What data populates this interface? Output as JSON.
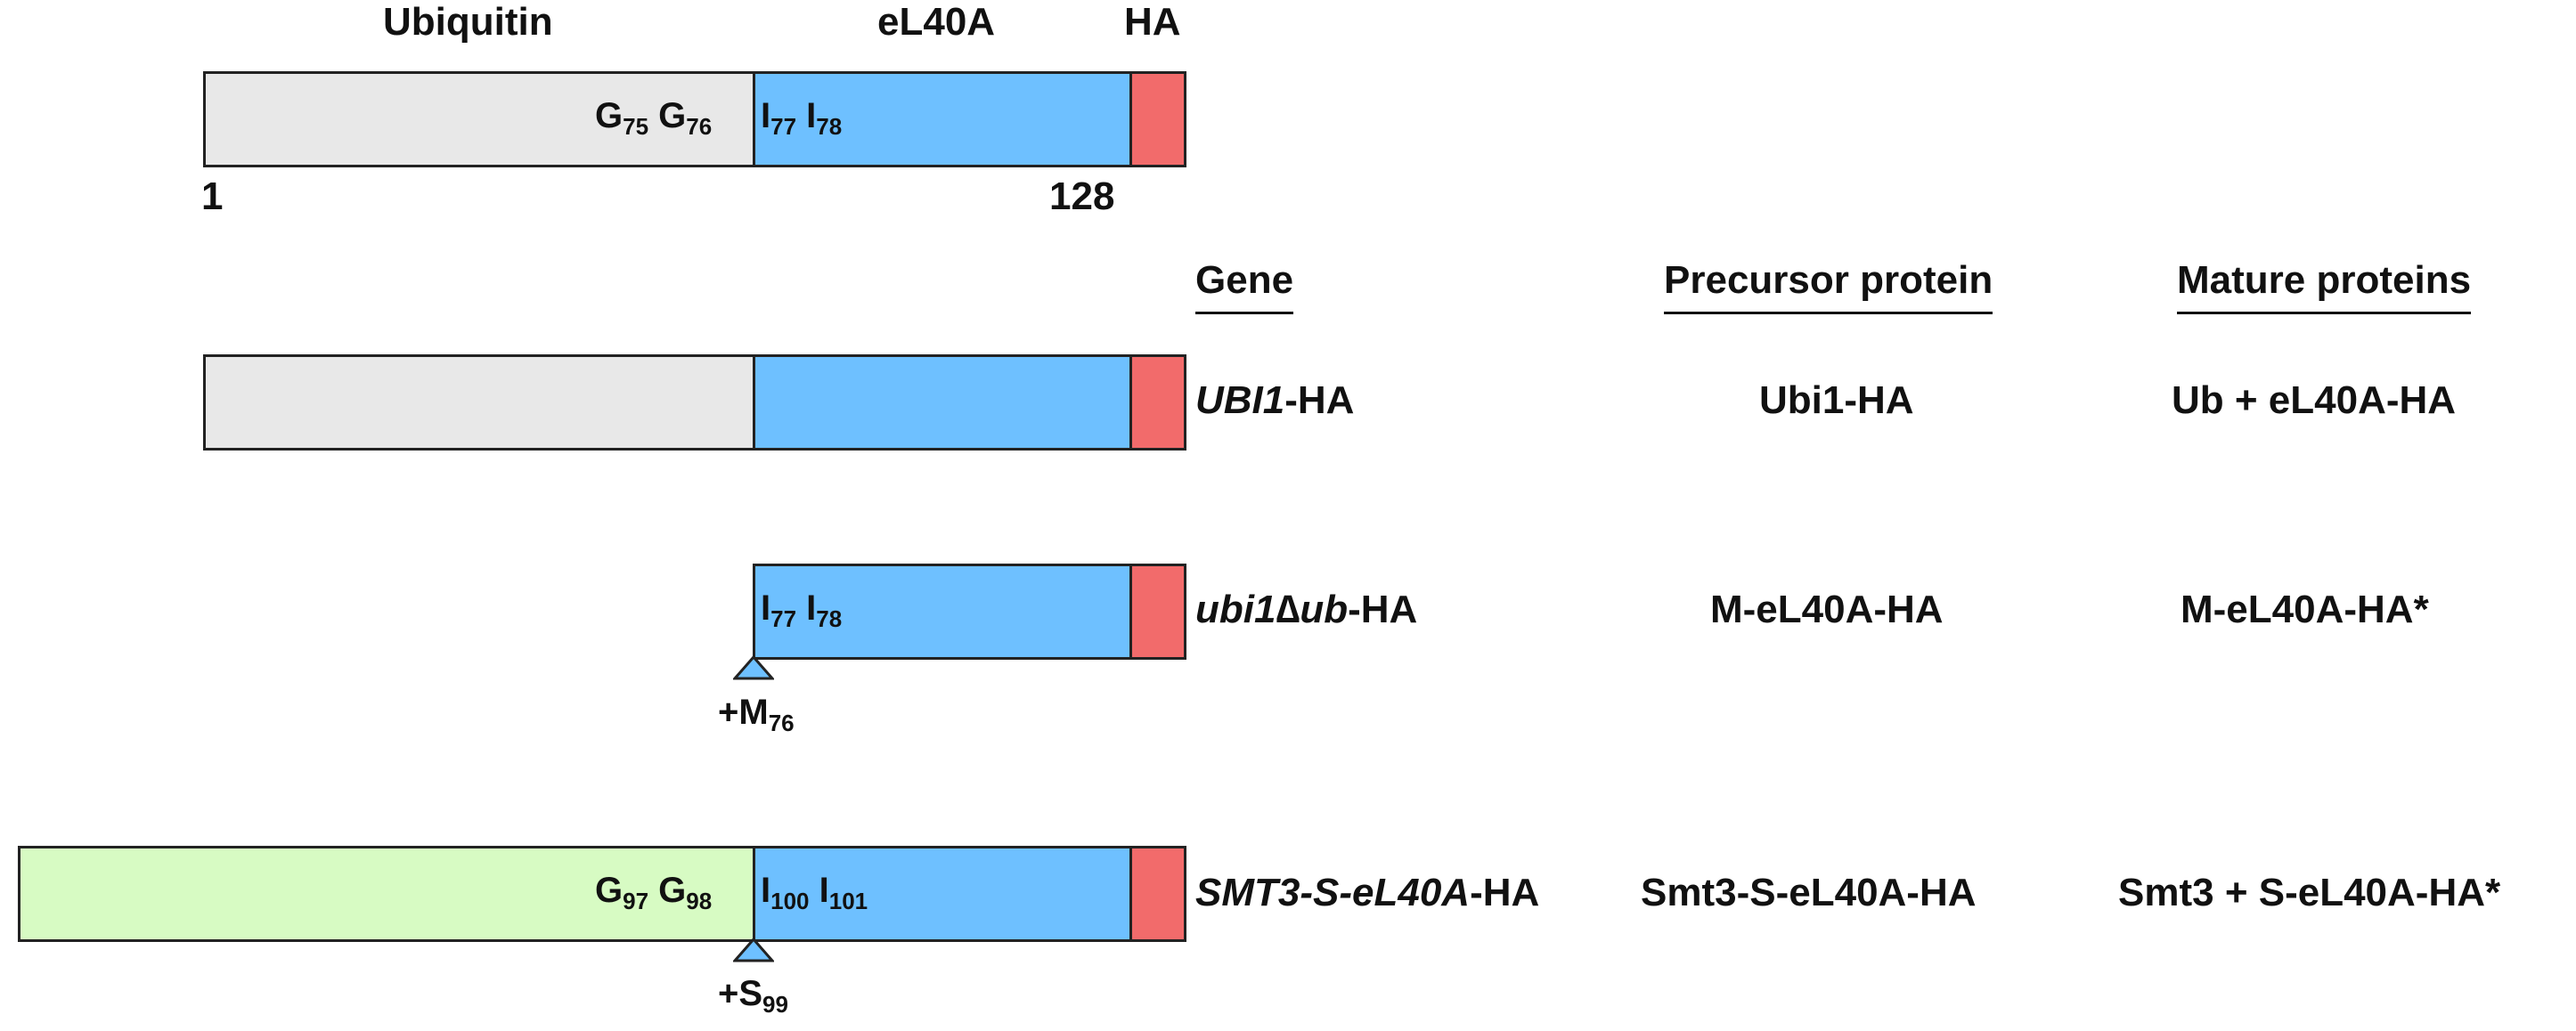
{
  "top": {
    "label_ubiquitin": "Ubiquitin",
    "label_el40a": "eL40A",
    "label_ha": "HA",
    "res_g75": "G",
    "res_g75_sub": "75",
    "res_g76": "G",
    "res_g76_sub": "76",
    "res_i77": "I",
    "res_i77_sub": "77",
    "res_i78": "I",
    "res_i78_sub": "78",
    "pos_start": "1",
    "pos_end": "128"
  },
  "headers": {
    "gene": "Gene",
    "precursor": "Precursor protein",
    "mature": "Mature proteins"
  },
  "rows": [
    {
      "gene_italic": "UBI1",
      "gene_suffix": "-HA",
      "precursor": "Ubi1-HA",
      "mature": "Ub + eL40A-HA"
    },
    {
      "gene_italic": "ubi1∆ub",
      "gene_suffix": "-HA",
      "precursor": "M-eL40A-HA",
      "mature": "M-eL40A-HA*",
      "res_i77": "I",
      "res_i77_sub": "77",
      "res_i78": "I",
      "res_i78_sub": "78",
      "insert": "+M",
      "insert_sub": "76"
    },
    {
      "gene_italic": "SMT3-S-eL40A",
      "gene_suffix": "-HA",
      "precursor": "Smt3-S-eL40A-HA",
      "mature": "Smt3 + S-eL40A-HA*",
      "res_g97": "G",
      "res_g97_sub": "97",
      "res_g98": "G",
      "res_g98_sub": "98",
      "res_i100": "I",
      "res_i100_sub": "100",
      "res_i101": "I",
      "res_i101_sub": "101",
      "insert": "+S",
      "insert_sub": "99"
    }
  ],
  "colors": {
    "ubiquitin": "#e8e8e8",
    "el40a": "#6ec0ff",
    "ha": "#f26b6b",
    "smt3": "#d7fbc3"
  }
}
